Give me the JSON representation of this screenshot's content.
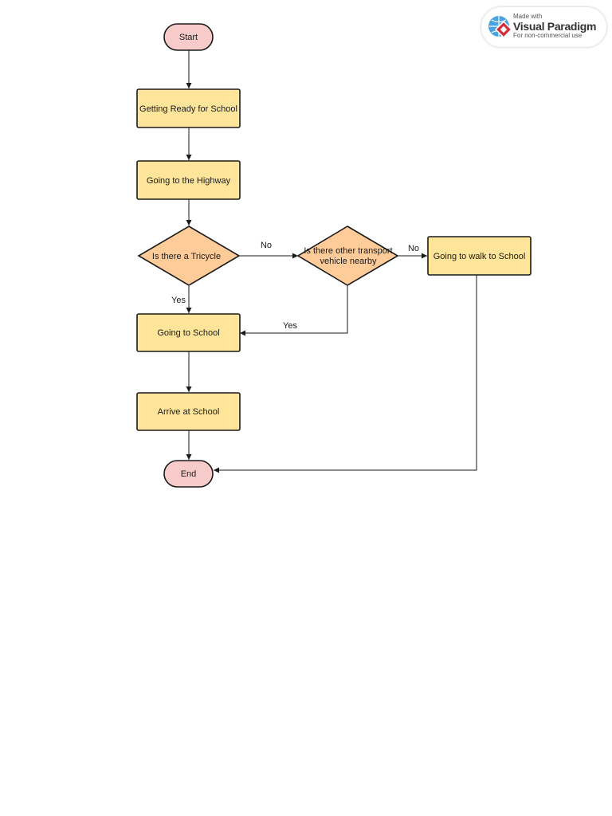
{
  "nodes": {
    "start": "Start",
    "ready": "Getting Ready for School",
    "highway": "Going to the Highway",
    "tricycle": "Is there a Tricycle",
    "other_line1": "Is there other transport",
    "other_line2": "vehicle nearby",
    "walk": "Going to walk to School",
    "going": "Going to School",
    "arrive": "Arrive at School",
    "end": "End"
  },
  "edges": {
    "tricycle_no": "No",
    "other_no": "No",
    "tricycle_yes": "Yes",
    "other_yes": "Yes"
  },
  "watermark": {
    "made_with": "Made with",
    "brand": "Visual Paradigm",
    "note": "For non-commercial use"
  },
  "colors": {
    "terminal": "#f8cbcb",
    "process": "#ffe599",
    "decision": "#ffcc99",
    "stroke": "#1a1a1a"
  }
}
